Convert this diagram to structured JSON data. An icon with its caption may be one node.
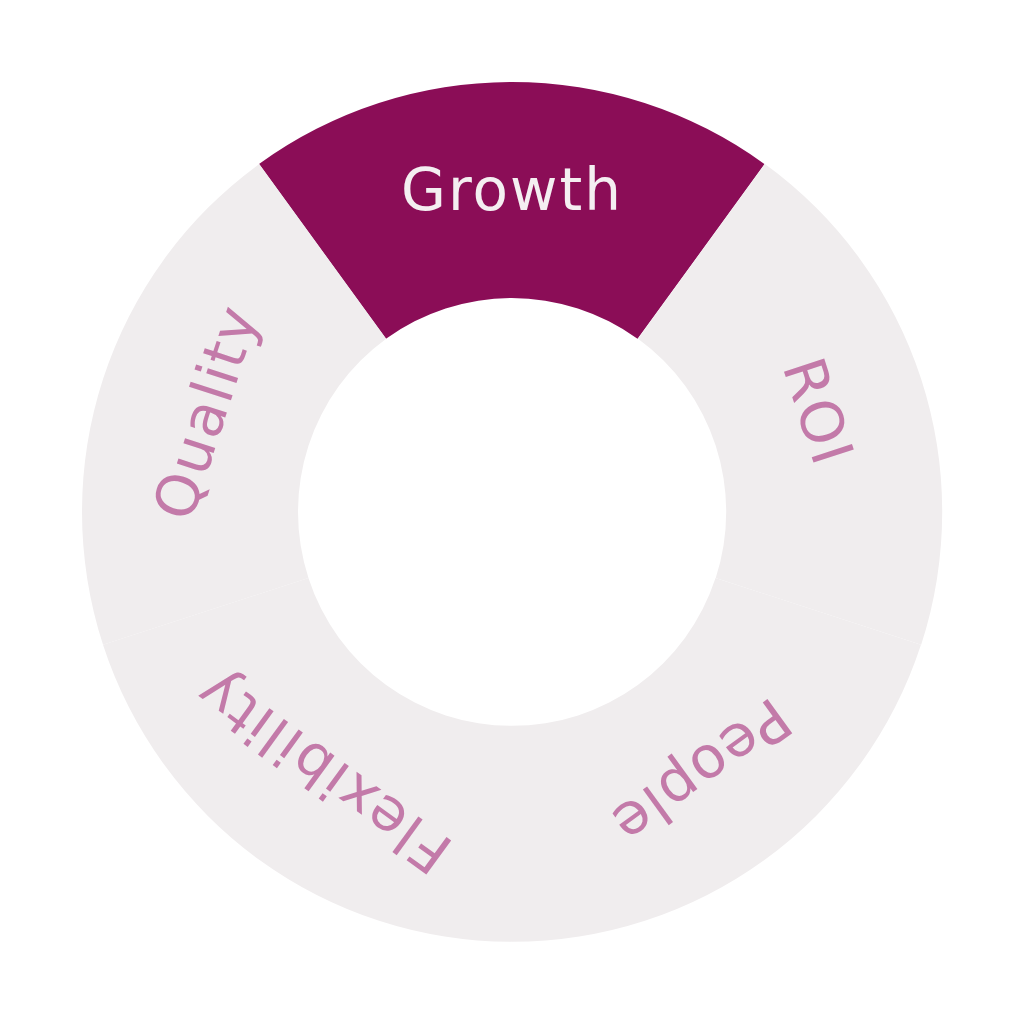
{
  "diagram": {
    "nodes": [
      {
        "text": [
          "Growth"
        ]
      },
      {
        "text": [
          "ROI"
        ]
      },
      {
        "text": [
          "People"
        ]
      },
      {
        "text": [
          "Flexibility"
        ]
      },
      {
        "text": [
          "Quality"
        ]
      }
    ]
  }
}
